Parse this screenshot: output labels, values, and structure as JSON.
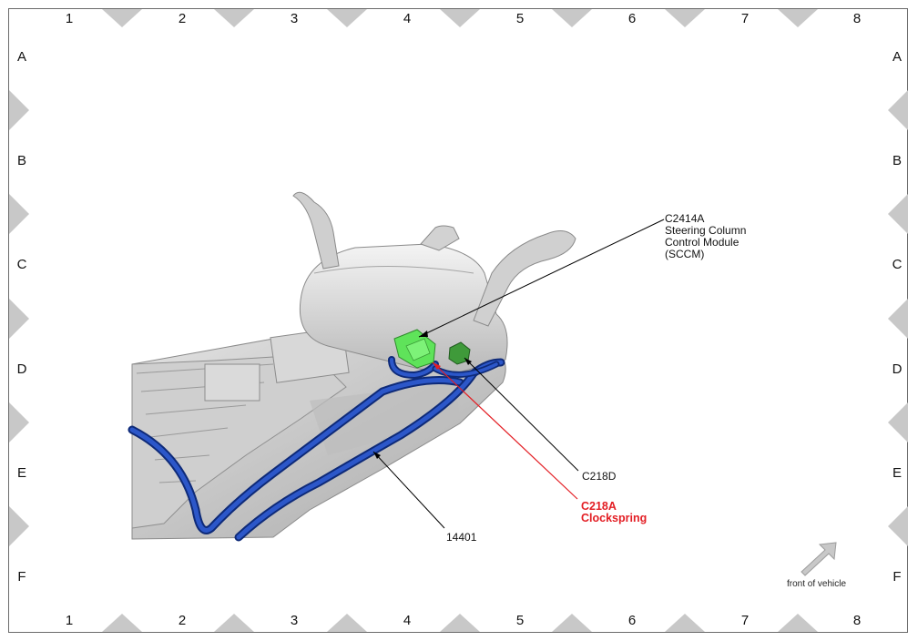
{
  "grid": {
    "columns": [
      "1",
      "2",
      "3",
      "4",
      "5",
      "6",
      "7",
      "8"
    ],
    "rows": [
      "A",
      "B",
      "C",
      "D",
      "E",
      "F"
    ]
  },
  "callouts": {
    "sccm": {
      "id": "C2414A",
      "line1": "Steering Column",
      "line2": "Control Module",
      "line3": "(SCCM)"
    },
    "c218d": "C218D",
    "c218a": {
      "id": "C218A",
      "name": "Clockspring"
    },
    "harness": "14401"
  },
  "orientation": {
    "label": "front of vehicle",
    "icon": "arrow-icon"
  },
  "colors": {
    "harness": "#1f3fa0",
    "connector_bright": "#5fe35a",
    "connector_dark": "#3f9a3a",
    "highlight_leader": "#e31e24",
    "grid_marker": "#c8c8c8"
  }
}
